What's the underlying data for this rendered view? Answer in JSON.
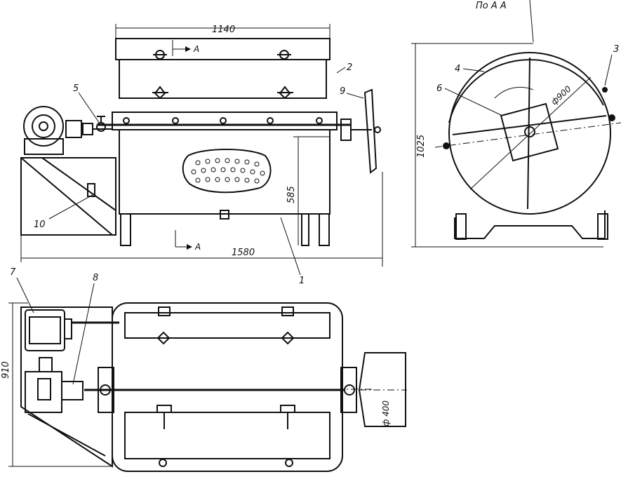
{
  "dimensions": {
    "top_width": "1140",
    "height_body": "585",
    "overall_length": "1580",
    "side_height": "1025",
    "drum_diameter": "ф900",
    "plan_depth": "910",
    "wheel_diameter": "ф 400"
  },
  "section": {
    "title": "По А А",
    "marker_top": "А",
    "marker_bottom": "А"
  },
  "callouts": {
    "c1": "1",
    "c2": "2",
    "c3": "3",
    "c4": "4",
    "c5": "5",
    "c6": "6",
    "c7": "7",
    "c8": "8",
    "c9": "9",
    "c10": "10"
  }
}
